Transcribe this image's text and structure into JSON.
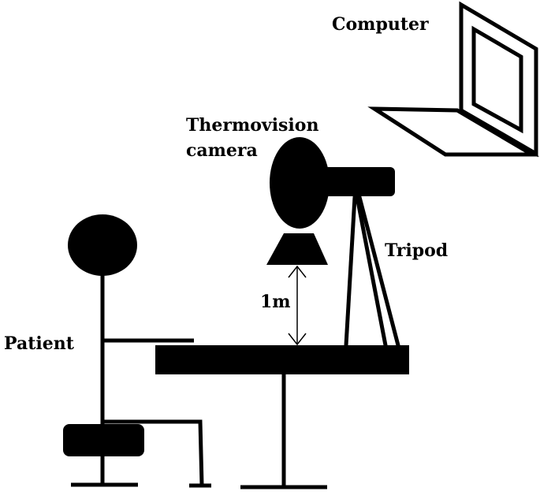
{
  "labels": {
    "computer": "Computer",
    "camera_line1": "Thermovision",
    "camera_line2": "camera",
    "tripod": "Tripod",
    "distance": "1m",
    "patient": "Patient"
  },
  "colors": {
    "ink": "#000000",
    "background": "#ffffff"
  }
}
